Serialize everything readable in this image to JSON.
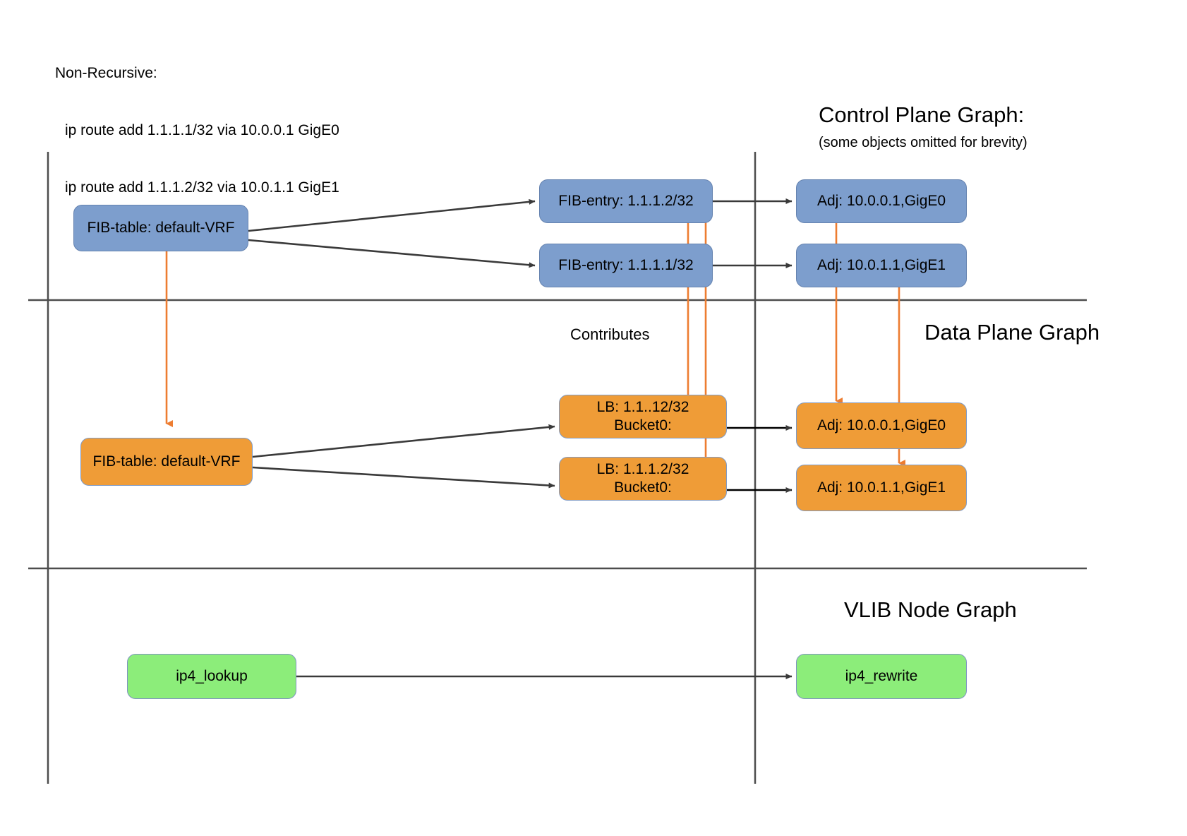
{
  "header": {
    "lines": [
      "Non-Recursive:",
      "ip route add 1.1.1.1/32 via 10.0.0.1 GigE0",
      "ip route add 1.1.1.2/32 via 10.0.1.1 GigE1"
    ]
  },
  "sections": {
    "control_plane": {
      "title": "Control Plane Graph:",
      "subtitle": "(some objects omitted for brevity)"
    },
    "data_plane": {
      "title": "Data Plane Graph"
    },
    "vlib": {
      "title": "VLIB Node Graph"
    }
  },
  "labels": {
    "contributes": "Contributes"
  },
  "nodes": {
    "cp_fib_table": "FIB-table: default-VRF",
    "cp_fib_entry_2": "FIB-entry: 1.1.1.2/32",
    "cp_fib_entry_1": "FIB-entry: 1.1.1.1/32",
    "cp_adj_0": "Adj: 10.0.0.1,GigE0",
    "cp_adj_1": "Adj: 10.0.1.1,GigE1",
    "dp_fib_table": "FIB-table: default-VRF",
    "dp_lb_0_line1": "LB: 1.1..12/32",
    "dp_lb_0_line2": "Bucket0:",
    "dp_lb_1_line1": "LB: 1.1.1.2/32",
    "dp_lb_1_line2": "Bucket0:",
    "dp_adj_0": "Adj: 10.0.0.1,GigE0",
    "dp_adj_1": "Adj: 10.0.1.1,GigE1",
    "vlib_lookup": "ip4_lookup",
    "vlib_rewrite": "ip4_rewrite"
  },
  "colors": {
    "control_plane_node": "#7d9ecd",
    "data_plane_node": "#ef9c37",
    "vlib_node": "#8ced7a",
    "edge": "#3a3a3a",
    "contributes_edge": "#ed7d31",
    "divider": "#4d4d4d"
  }
}
